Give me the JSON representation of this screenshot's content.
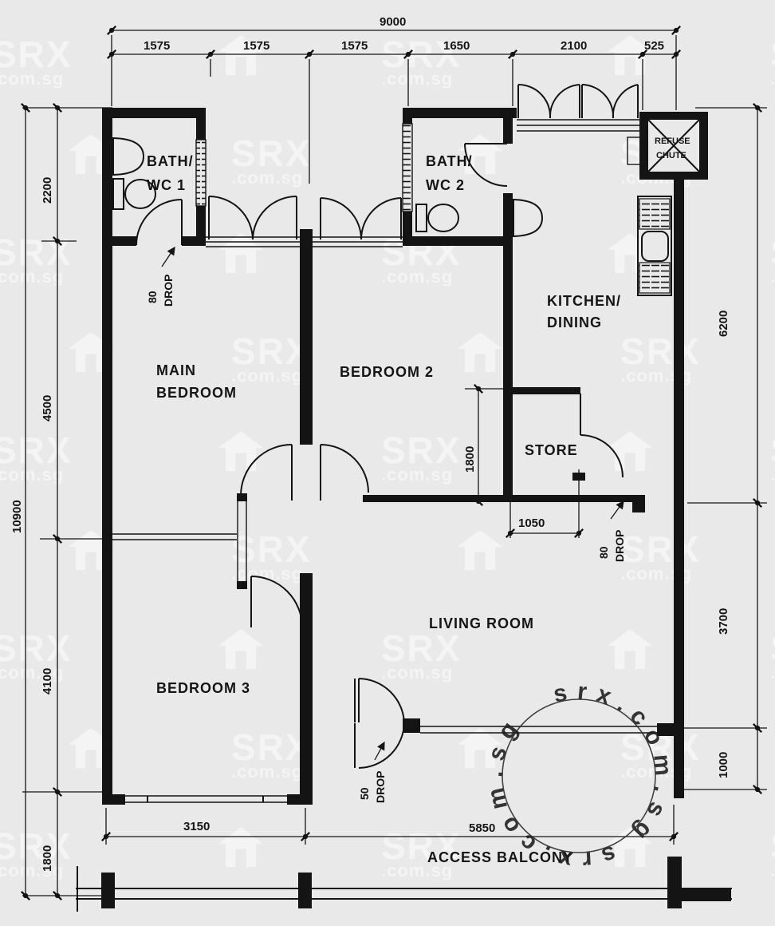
{
  "watermark": {
    "brand": "SRX",
    "domain": ".com.sg",
    "stamp_text": "srx.com.sg  srx.com.sg"
  },
  "rooms": {
    "bath1": {
      "line1": "BATH/",
      "line2": "WC 1"
    },
    "bath2": {
      "line1": "BATH/",
      "line2": "WC 2"
    },
    "kitchen": {
      "line1": "KITCHEN/",
      "line2": "DINING"
    },
    "main_bedroom": {
      "line1": "MAIN",
      "line2": "BEDROOM"
    },
    "bedroom2": {
      "label": "BEDROOM 2"
    },
    "bedroom3": {
      "label": "BEDROOM 3"
    },
    "store": {
      "label": "STORE"
    },
    "living": {
      "label": "LIVING ROOM"
    },
    "balcony": {
      "label": "ACCESS BALCONY"
    },
    "refuse": {
      "line1": "REFUSE",
      "line2": "CHUTE"
    }
  },
  "dimensions": {
    "top_total": "9000",
    "top": [
      "1575",
      "1575",
      "1575",
      "1650",
      "2100",
      "525"
    ],
    "left_total": "10900",
    "left": [
      "2200",
      "4500",
      "4100",
      "1800"
    ],
    "right": [
      "6200",
      "3700",
      "1000"
    ],
    "bottom": [
      "3150",
      "5850"
    ],
    "store_height": "1800",
    "store_width": "1050",
    "drops": {
      "bath": {
        "value": "80",
        "label": "DROP"
      },
      "store": {
        "value": "80",
        "label": "DROP"
      },
      "entry": {
        "value": "50",
        "label": "DROP"
      }
    }
  }
}
